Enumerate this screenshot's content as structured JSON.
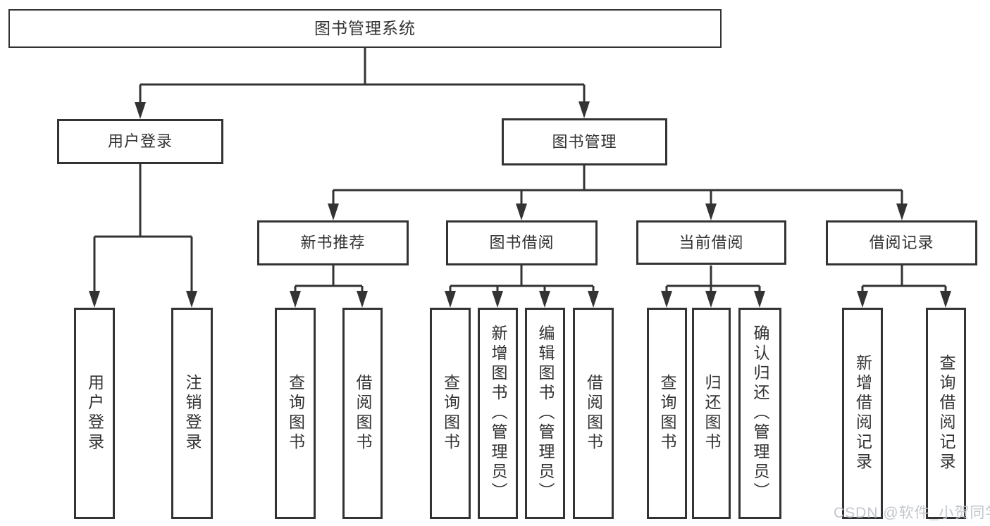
{
  "diagram": {
    "root": {
      "label": "图书管理系统"
    },
    "level2": [
      {
        "label": "用户登录",
        "children": [
          {
            "label": "用户登录"
          },
          {
            "label": "注销登录"
          }
        ]
      },
      {
        "label": "图书管理",
        "children": [
          {
            "label": "新书推荐",
            "children": [
              {
                "label": "查询图书"
              },
              {
                "label": "借阅图书"
              }
            ]
          },
          {
            "label": "图书借阅",
            "children": [
              {
                "label": "查询图书"
              },
              {
                "label": "新增图书（管理员）"
              },
              {
                "label": "编辑图书（管理员）"
              },
              {
                "label": "借阅图书"
              }
            ]
          },
          {
            "label": "当前借阅",
            "children": [
              {
                "label": "查询图书"
              },
              {
                "label": "归还图书"
              },
              {
                "label": "确认归还（管理员）"
              }
            ]
          },
          {
            "label": "借阅记录",
            "children": [
              {
                "label": "新增借阅记录"
              },
              {
                "label": "查询借阅记录"
              }
            ]
          }
        ]
      }
    ]
  },
  "watermark": {
    "text": "CSDN @软件_小贺同学"
  },
  "colors": {
    "line": "#333333",
    "box_border": "#333333",
    "text": "#333333",
    "background": "#ffffff",
    "watermark": "#c2c6cc"
  }
}
